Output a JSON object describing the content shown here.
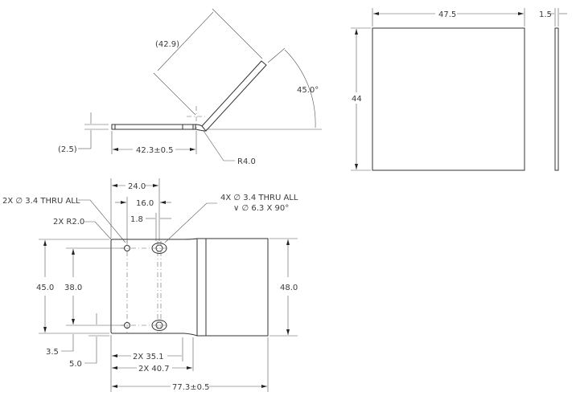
{
  "side_view": {
    "flange_length": "42.3±0.5",
    "thickness": "(2.5)",
    "bend_radius": "R4.0",
    "flap_length": "(42.9)",
    "bend_angle": "45.0°"
  },
  "blank_view": {
    "width": "47.5",
    "height": "44",
    "thickness": "1.5"
  },
  "flat_view": {
    "hole_note_2x": "2X ∅ 3.4 THRU ALL",
    "corner_radius": "2X R2.0",
    "hole_note_4x": "4X ∅ 3.4 THRU ALL",
    "countersink": "∨ ∅ 6.3 X 90°",
    "dim_24": "24.0",
    "dim_16": "16.0",
    "dim_1_8": "1.8",
    "dim_45": "45.0",
    "dim_38": "38.0",
    "dim_48": "48.0",
    "dim_3_5": "3.5",
    "dim_5": "5.0",
    "dim_35_1": "2X 35.1",
    "dim_40_7": "2X 40.7",
    "overall_length": "77.3±0.5"
  }
}
